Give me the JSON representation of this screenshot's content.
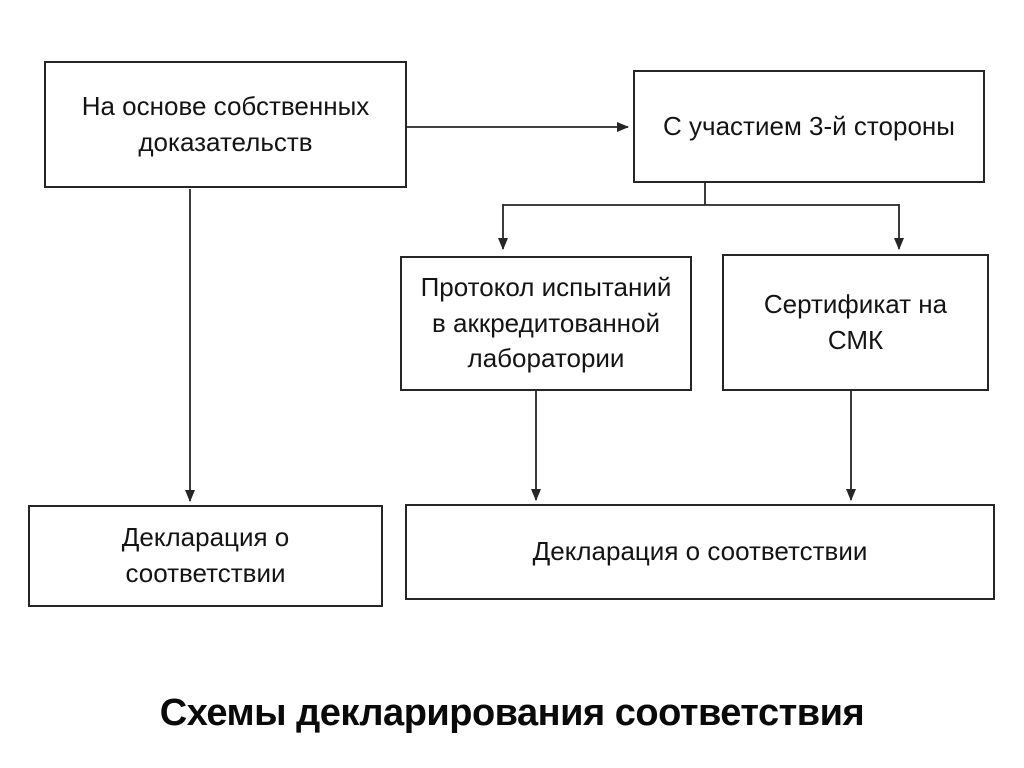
{
  "diagram": {
    "title": "Схемы декларирования соответствия",
    "nodes": {
      "own_evidence": {
        "label": "На основе собственных доказательств"
      },
      "third_party": {
        "label": "С участием 3-й стороны"
      },
      "test_protocol": {
        "label": "Протокол испытаний в аккредитованной лаборатории"
      },
      "qms_certificate": {
        "label": "Сертификат на СМК"
      },
      "declaration_left": {
        "label": "Декларация о соответствии"
      },
      "declaration_wide": {
        "label": "Декларация о соответствии"
      }
    },
    "colors": {
      "background": "#ffffff",
      "border": "#262626",
      "line": "#262626",
      "text": "#141414"
    }
  }
}
